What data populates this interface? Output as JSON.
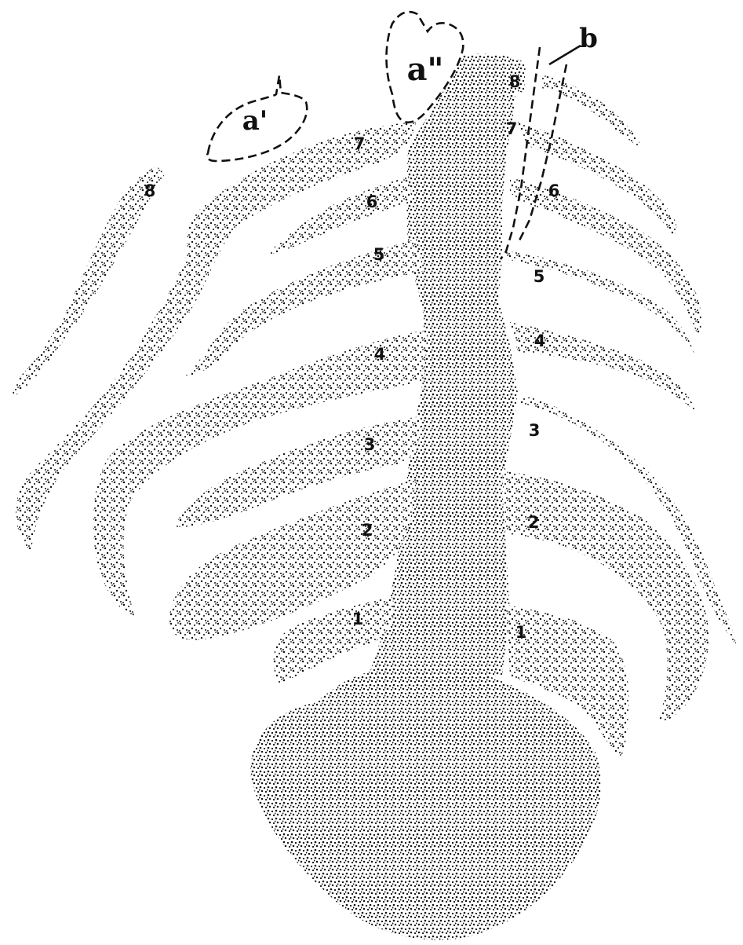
{
  "labels": {
    "a_prime": "a'",
    "a_double": "a\"",
    "b": "b",
    "left_1": "1",
    "left_2": "2",
    "left_3": "3",
    "left_4": "4",
    "left_5": "5",
    "left_6": "6",
    "left_7": "7",
    "left_8": "8",
    "right_1": "1",
    "right_2": "2",
    "right_3": "3",
    "right_4": "4",
    "right_5": "5",
    "right_6": "6",
    "right_7": "7",
    "right_8": "8"
  },
  "colors": {
    "ink": "#111111",
    "paper": "#ffffff"
  }
}
